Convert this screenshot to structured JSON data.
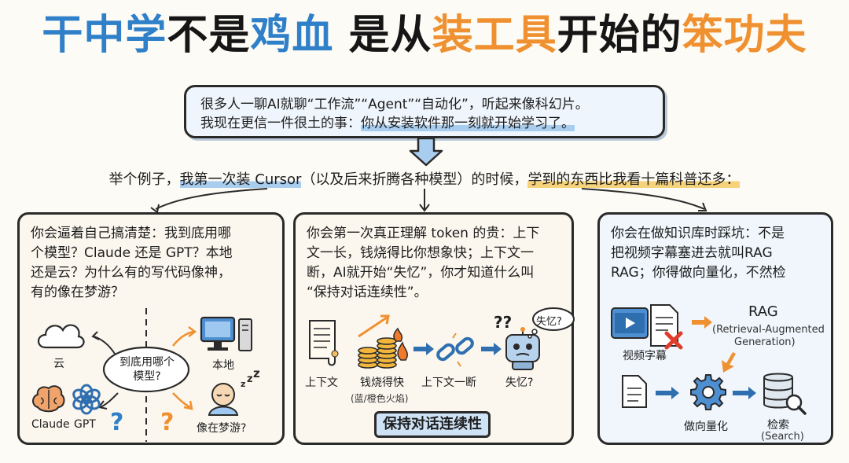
{
  "title": {
    "part1": "干中学",
    "part2": "不是",
    "part3": "鸡血",
    "part4": "是从",
    "part5": "装工具",
    "part6": "开始的",
    "part7": "笨功夫"
  },
  "intro": {
    "line1": "很多人一聊AI就聊“工作流”“Agent”“自动化”，听起来像科幻片。",
    "line2_a": "我现在更信一件很土的事：",
    "line2_b": "你从安装软件那一刻就开始学习了。"
  },
  "subline": {
    "a": "举个例子，",
    "b": "我第一次装 Cursor",
    "c": "（以及后来折腾各种模型）的时候，",
    "d": "学到的东西比我看十篇科普还多："
  },
  "panel1": {
    "lines": [
      "你会逼着自己搞清楚：我到底用哪",
      "个模型？Claude 还是 GPT？本地",
      "还是云？为什么有的写代码像神，",
      "有的像在梦游？"
    ],
    "cloud": "云",
    "local": "本地",
    "center": "到底用哪个\n模型?",
    "claude": "Claude",
    "gpt": "GPT",
    "dream": "像在梦游?",
    "q": "?"
  },
  "panel2": {
    "lines": [
      "你会第一次真正理解 token 的贵：上下",
      "文一长，钱烧得比你想象快；上下文一",
      "断，AI就开始“失忆”，你才知道什么叫",
      "“保持对话连续性”。"
    ],
    "context": "上下文",
    "money": "钱烧得快",
    "money_sub": "(蓝/橙色火焰)",
    "broken": "上下文一断",
    "forget": "失忆?",
    "bubble": "失忆?",
    "qq": "??",
    "banner": "保持对话连续性"
  },
  "panel3": {
    "lines": [
      "你会在做知识库时踩坑：不是",
      "把视频字幕塞进去就叫RAG",
      "RAG；你得做向量化，不然检"
    ],
    "subtitle": "视频字幕",
    "rag": "RAG",
    "rag_full1": "(Retrieval-Augmented",
    "rag_full2": "Generation)",
    "vector": "做向量化",
    "search": "检索",
    "search_en": "(Search)"
  },
  "colors": {
    "blue": "#2f80c8",
    "orange": "#ef9131",
    "ink": "#1d1d1d"
  }
}
